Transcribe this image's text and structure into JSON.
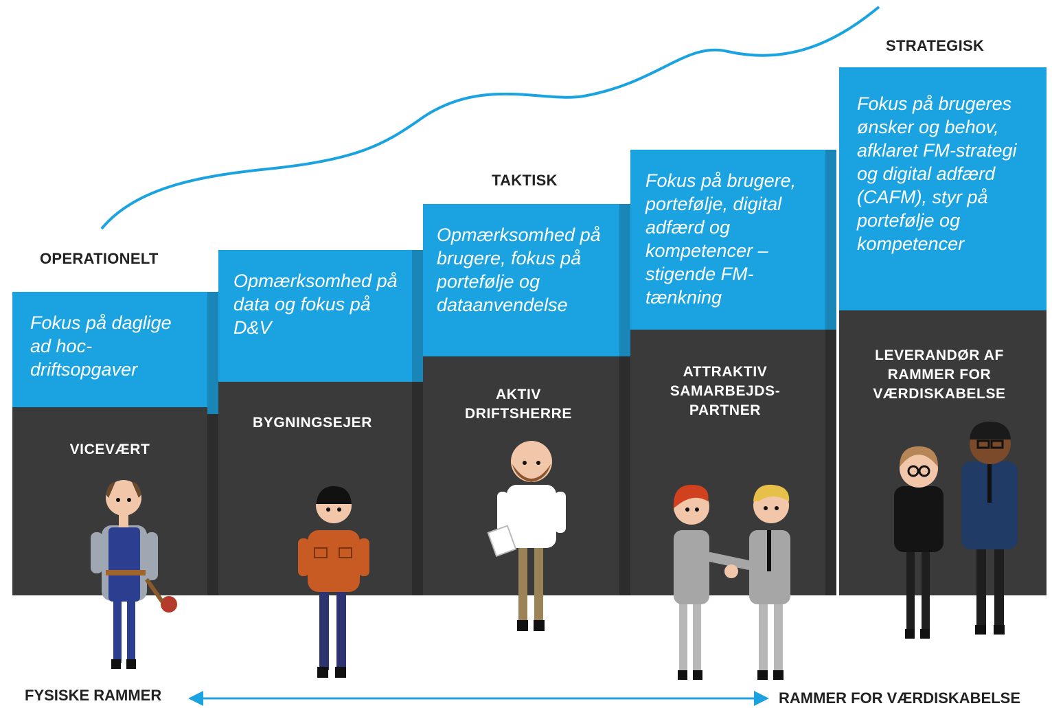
{
  "levels": {
    "operational": "OPERATIONELT",
    "tactical": "TAKTISK",
    "strategic": "STRATEGISK"
  },
  "steps": [
    {
      "focus": "Fokus på daglige ad hoc-driftsopgaver",
      "role": "VICEVÆRT"
    },
    {
      "focus": "Opmærksomhed på data og fokus på D&V",
      "role": "BYGNINGSEJER"
    },
    {
      "focus": "Opmærksomhed på brugere, fokus på portefølje og dataanvendelse",
      "role": "AKTIV\nDRIFTSHERRE"
    },
    {
      "focus": "Fokus på brugere, portefølje, digital adfærd og kompetencer – stigende FM-tænkning",
      "role": "ATTRAKTIV\nSAMARBEJDS-\nPARTNER"
    },
    {
      "focus": "Fokus på brugeres ønsker og behov, afklaret FM-strategi og digital adfærd (CAFM), styr på portefølje og kompetencer",
      "role": "LEVERANDØR AF\nRAMMER FOR\nVÆRDISKABELSE"
    }
  ],
  "axis": {
    "left": "FYSISKE RAMMER",
    "right": "RAMMER FOR VÆRDISKABELSE"
  },
  "colors": {
    "blue": "#1aa3e0",
    "dark": "#3a3a3a",
    "curve": "#1aa3e0"
  }
}
